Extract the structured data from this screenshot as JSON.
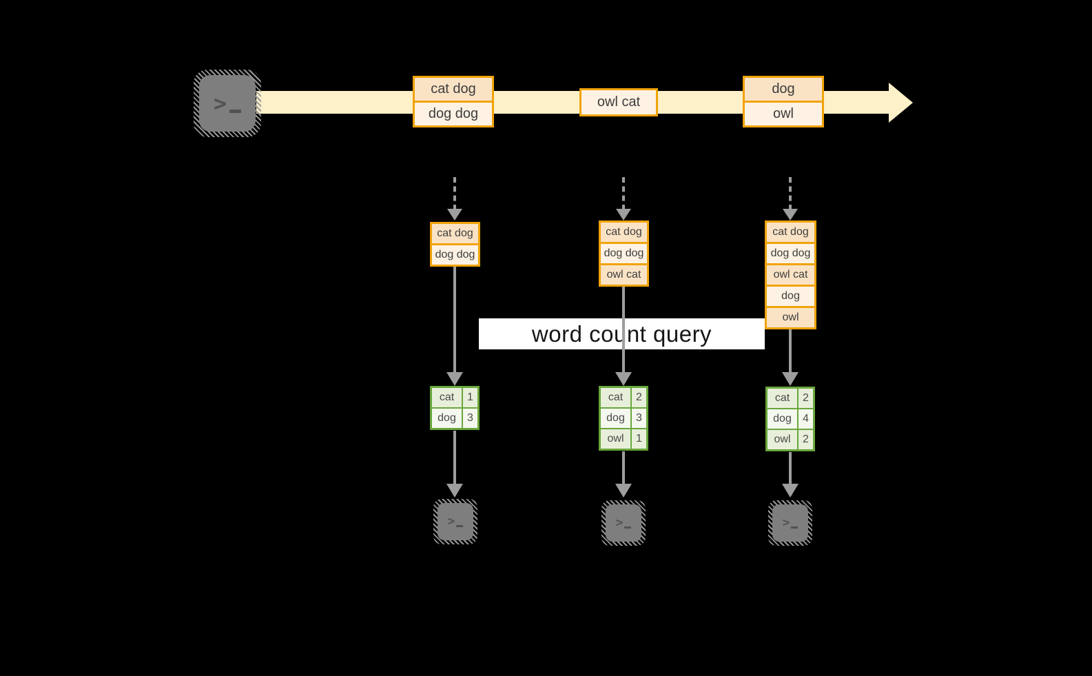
{
  "query_label": "word count query",
  "icons": {
    "terminal_prompt": ">"
  },
  "colors": {
    "background": "#000000",
    "stream_band": "#FDF1CA",
    "amber_border": "#F0A30A",
    "peach_fill": "#FAE3C5",
    "cream_fill": "#FDF2E3",
    "green_border": "#69A73C",
    "green_fill_dark": "#E7EFDA",
    "green_fill_light": "#F4F8EF",
    "arrow_gray": "#9E9E9E",
    "terminal_gray": "#7E7E7E",
    "label_bg": "#FFFFFF",
    "text_dark": "#3D3D3D"
  },
  "stream": {
    "groups": [
      {
        "rows": [
          "cat dog",
          "dog dog"
        ]
      },
      {
        "rows": [
          "owl cat"
        ]
      },
      {
        "rows": [
          "dog",
          "owl"
        ]
      }
    ]
  },
  "columns": [
    {
      "buffer": [
        "cat dog",
        "dog dog"
      ],
      "counts": [
        {
          "word": "cat",
          "count": "1"
        },
        {
          "word": "dog",
          "count": "3"
        }
      ]
    },
    {
      "buffer": [
        "cat dog",
        "dog dog",
        "owl cat"
      ],
      "counts": [
        {
          "word": "cat",
          "count": "2"
        },
        {
          "word": "dog",
          "count": "3"
        },
        {
          "word": "owl",
          "count": "1"
        }
      ]
    },
    {
      "buffer": [
        "cat dog",
        "dog dog",
        "owl cat",
        "dog",
        "owl"
      ],
      "counts": [
        {
          "word": "cat",
          "count": "2"
        },
        {
          "word": "dog",
          "count": "4"
        },
        {
          "word": "owl",
          "count": "2"
        }
      ]
    }
  ]
}
